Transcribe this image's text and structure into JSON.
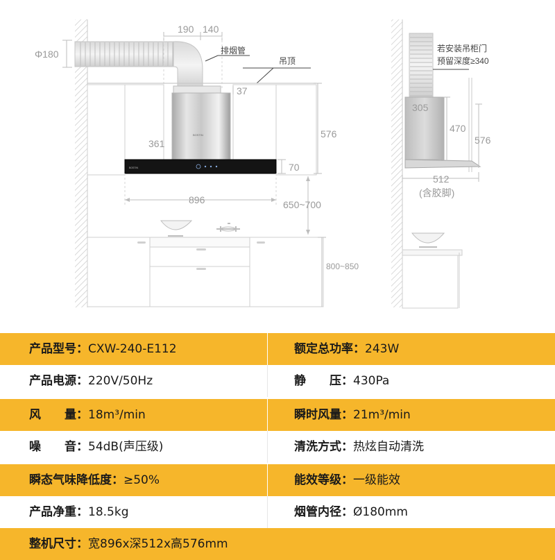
{
  "diagram": {
    "labels": {
      "duct_diameter": "Φ180",
      "dim_190": "190",
      "dim_140": "140",
      "exhaust_pipe": "排烟管",
      "ceiling": "吊顶",
      "dim_37": "37",
      "dim_361": "361",
      "dim_576_front": "576",
      "dim_70": "70",
      "dim_896": "896",
      "dim_650_700": "650~700",
      "dim_800_850": "800~850",
      "cabinet_note_line1": "若安装吊柜门",
      "cabinet_note_line2": "预留深度≥340",
      "dim_305": "305",
      "dim_470": "470",
      "dim_576_side": "576",
      "dim_512": "512",
      "incl_rubber_feet": "(含胶脚)",
      "brand_mark": "BOSTIN"
    }
  },
  "specs": [
    {
      "left": {
        "label": "产品型号：",
        "value": "CXW-240-E112"
      },
      "right": {
        "label": "额定总功率：",
        "value": "243W"
      },
      "style": "yellow"
    },
    {
      "left": {
        "label": "产品电源：",
        "value": "220V/50Hz"
      },
      "right": {
        "label": "静　　压：",
        "value": "430Pa"
      },
      "style": "white"
    },
    {
      "left": {
        "label": "风　　量：",
        "value": "18m³/min"
      },
      "right": {
        "label": "瞬时风量：",
        "value": "21m³/min"
      },
      "style": "yellow"
    },
    {
      "left": {
        "label": "噪　　音：",
        "value": "54dB(声压级)"
      },
      "right": {
        "label": "清洗方式：",
        "value": "热炫自动清洗"
      },
      "style": "white"
    },
    {
      "left": {
        "label": "瞬态气味降低度：",
        "value": "≥50%"
      },
      "right": {
        "label": "能效等级：",
        "value": "一级能效"
      },
      "style": "yellow"
    },
    {
      "left": {
        "label": "产品净重：",
        "value": "18.5kg"
      },
      "right": {
        "label": "烟管内径：",
        "value": "Ø180mm"
      },
      "style": "white"
    },
    {
      "left": {
        "label": "整机尺寸：",
        "value": "宽896x深512x高576mm"
      },
      "right": {
        "label": "",
        "value": ""
      },
      "style": "yellow"
    }
  ]
}
